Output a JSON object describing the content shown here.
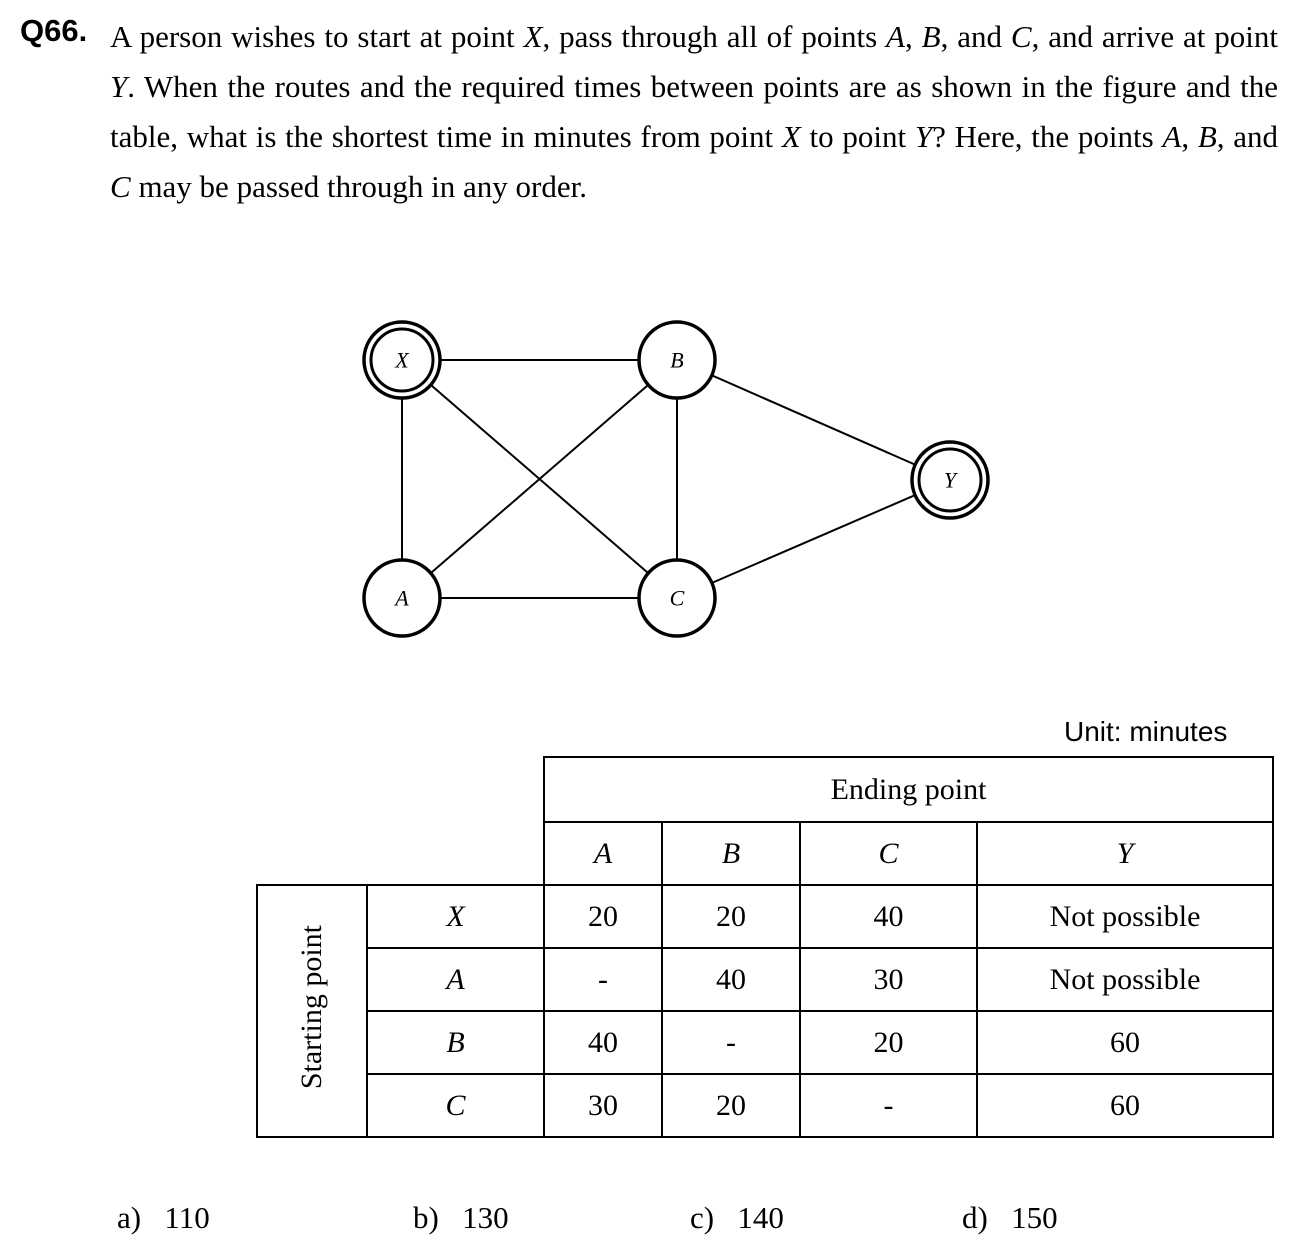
{
  "question": {
    "number": "Q66.",
    "segments": [
      {
        "t": "A person wishes to start at point ",
        "i": false
      },
      {
        "t": "X",
        "i": true
      },
      {
        "t": ", pass through all of points ",
        "i": false
      },
      {
        "t": "A",
        "i": true
      },
      {
        "t": ", ",
        "i": false
      },
      {
        "t": "B",
        "i": true
      },
      {
        "t": ", and ",
        "i": false
      },
      {
        "t": "C",
        "i": true
      },
      {
        "t": ", and arrive at point ",
        "i": false
      },
      {
        "t": "Y",
        "i": true
      },
      {
        "t": ". When the routes and the required times between points are as shown in the figure and the table, what is the shortest time in minutes from point ",
        "i": false
      },
      {
        "t": "X",
        "i": true
      },
      {
        "t": " to point ",
        "i": false
      },
      {
        "t": "Y",
        "i": true
      },
      {
        "t": "? Here, the points ",
        "i": false
      },
      {
        "t": "A",
        "i": true
      },
      {
        "t": ", ",
        "i": false
      },
      {
        "t": "B",
        "i": true
      },
      {
        "t": ", and ",
        "i": false
      },
      {
        "t": "C",
        "i": true
      },
      {
        "t": " may be passed through in any order.",
        "i": false
      }
    ]
  },
  "graph": {
    "nodes": [
      {
        "id": "X",
        "label": "X",
        "double": true
      },
      {
        "id": "B",
        "label": "B",
        "double": false
      },
      {
        "id": "A",
        "label": "A",
        "double": false
      },
      {
        "id": "C",
        "label": "C",
        "double": false
      },
      {
        "id": "Y",
        "label": "Y",
        "double": true
      }
    ],
    "edges": [
      [
        "X",
        "B"
      ],
      [
        "X",
        "A"
      ],
      [
        "X",
        "C"
      ],
      [
        "A",
        "B"
      ],
      [
        "A",
        "C"
      ],
      [
        "B",
        "C"
      ],
      [
        "B",
        "Y"
      ],
      [
        "C",
        "Y"
      ]
    ]
  },
  "table": {
    "unit_label": "Unit: minutes",
    "ending_header": "Ending point",
    "starting_header": "Starting point",
    "columns": [
      "A",
      "B",
      "C",
      "Y"
    ],
    "rows": [
      {
        "from": "X",
        "values": [
          "20",
          "20",
          "40",
          "Not possible"
        ]
      },
      {
        "from": "A",
        "values": [
          "-",
          "40",
          "30",
          "Not possible"
        ]
      },
      {
        "from": "B",
        "values": [
          "40",
          "-",
          "20",
          "60"
        ]
      },
      {
        "from": "C",
        "values": [
          "30",
          "20",
          "-",
          "60"
        ]
      }
    ]
  },
  "options": [
    {
      "letter": "a)",
      "value": "110"
    },
    {
      "letter": "b)",
      "value": "130"
    },
    {
      "letter": "c)",
      "value": "140"
    },
    {
      "letter": "d)",
      "value": "150"
    }
  ]
}
